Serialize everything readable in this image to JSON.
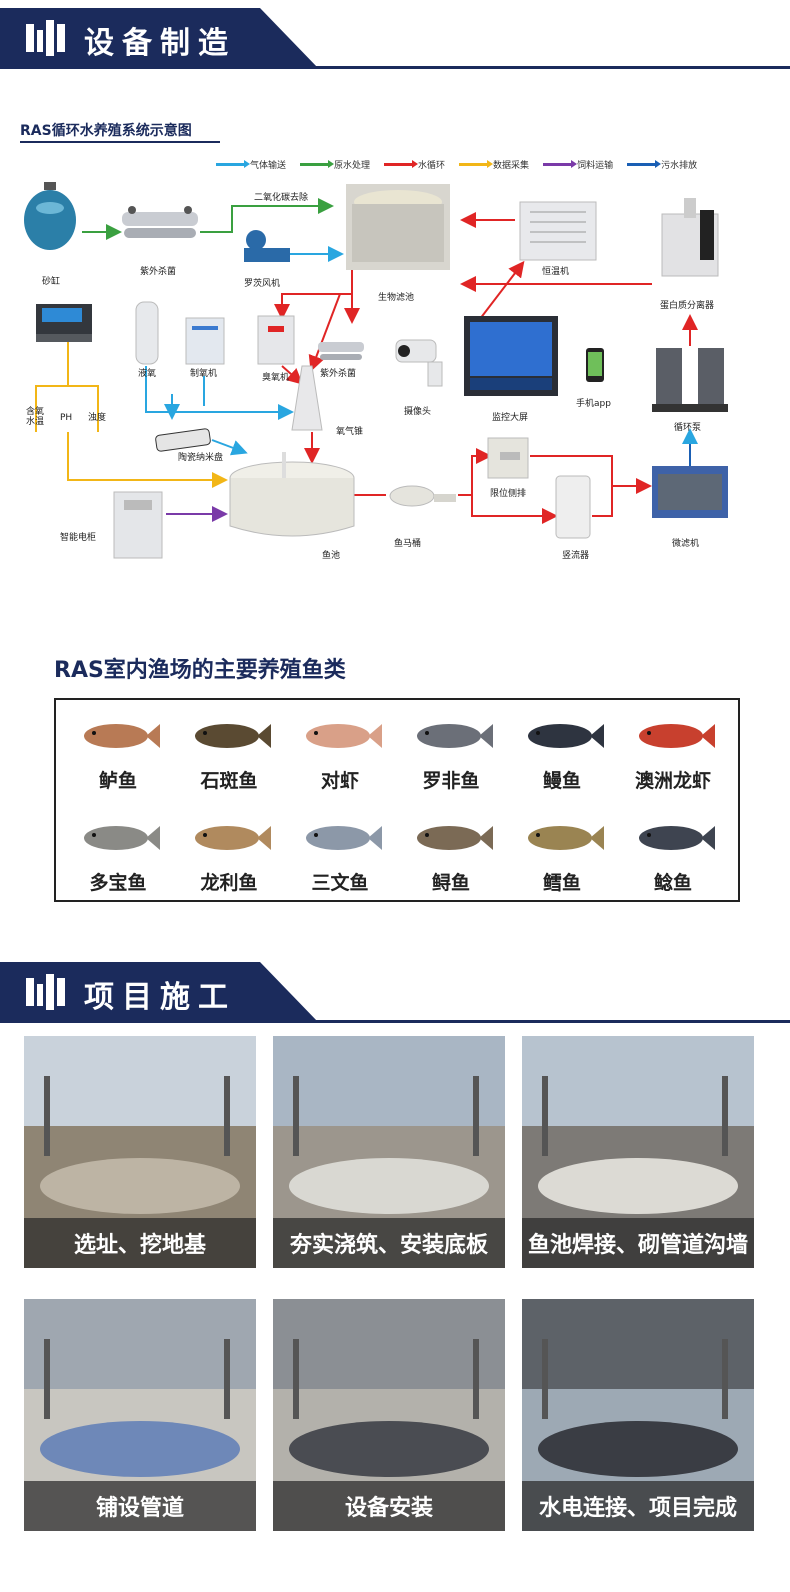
{
  "sections": {
    "equipment_title": "设备制造",
    "project_title": "项目施工"
  },
  "diagram": {
    "title": "RAS循环水养殖系统示意图",
    "legend": [
      {
        "label": "气体输送",
        "color": "#29a6e0"
      },
      {
        "label": "原水处理",
        "color": "#3aa040"
      },
      {
        "label": "水循环",
        "color": "#e02525"
      },
      {
        "label": "数据采集",
        "color": "#f2b617"
      },
      {
        "label": "饲料运输",
        "color": "#7a3aa8"
      },
      {
        "label": "污水排放",
        "color": "#1a5fb4"
      }
    ],
    "labels": {
      "sand_tank": "砂缸",
      "uv_sterilizer": "紫外杀菌",
      "co2_removal": "二氧化碳去除",
      "roots_blower": "罗茨风机",
      "bio_filter": "生物滤池",
      "thermostat": "恒温机",
      "protein_skimmer": "蛋白质分离器",
      "liquid_oxygen": "液氧",
      "oxygen_generator": "制氧机",
      "ozone_machine": "臭氧机",
      "uv_sterilizer_2": "紫外杀菌",
      "camera": "摄像头",
      "monitor_screen": "监控大屏",
      "mobile_app": "手机app",
      "circulation_pump": "循环泵",
      "dissolved_oxygen": "含氧",
      "water_temp": "水温",
      "ph": "PH",
      "turbidity": "浊度",
      "ceramic_disc": "陶瓷纳米盘",
      "oxygen_cone": "氧气锥",
      "limit_drain": "限位侧排",
      "smart_cabinet": "智能电柜",
      "fish_pond": "鱼池",
      "fish_toilet": "鱼马桶",
      "vertical_flow": "竖流器",
      "micro_filter": "微滤机"
    }
  },
  "fish": {
    "title": "RAS室内渔场的主要养殖鱼类",
    "items": [
      {
        "name": "鲈鱼",
        "color": "#b87a55"
      },
      {
        "name": "石斑鱼",
        "color": "#5a4a32"
      },
      {
        "name": "对虾",
        "color": "#d9a088"
      },
      {
        "name": "罗非鱼",
        "color": "#6b6f78"
      },
      {
        "name": "鳗鱼",
        "color": "#2e3440"
      },
      {
        "name": "澳洲龙虾",
        "color": "#c8402e"
      },
      {
        "name": "多宝鱼",
        "color": "#8a8a86"
      },
      {
        "name": "龙利鱼",
        "color": "#b08a5e"
      },
      {
        "name": "三文鱼",
        "color": "#8c98a8"
      },
      {
        "name": "鲟鱼",
        "color": "#7b6a55"
      },
      {
        "name": "鳕鱼",
        "color": "#9a8452"
      },
      {
        "name": "鲶鱼",
        "color": "#3e4450"
      }
    ]
  },
  "projects": [
    {
      "caption": "选址、挖地基"
    },
    {
      "caption": "夯实浇筑、安装底板"
    },
    {
      "caption": "鱼池焊接、砌管道沟墙"
    },
    {
      "caption": "铺设管道"
    },
    {
      "caption": "设备安装"
    },
    {
      "caption": "水电连接、项目完成"
    }
  ]
}
